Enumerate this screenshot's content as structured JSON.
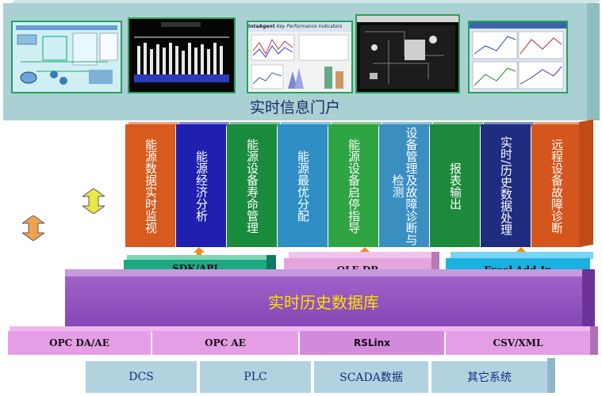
{
  "portal": {
    "title": "实时信息门户"
  },
  "screenshots": {
    "kpi_brand": "IntaAgent",
    "kpi_title": "Key Performance Indicators"
  },
  "modules": [
    {
      "label": "能源数据实时监视",
      "color": "#d75a1e"
    },
    {
      "label": "能源经济分析",
      "color": "#1f1fb0"
    },
    {
      "label": "能源设备寿命管理",
      "color": "#1a8a3c"
    },
    {
      "label": "能源最优分配",
      "color": "#2f8fc4"
    },
    {
      "label": "能源设备启停指导",
      "color": "#2ea542"
    },
    {
      "label": "设备管理及故障诊断与检测",
      "color": "#3a8ec0"
    },
    {
      "label": "报表输出",
      "color": "#1c8a3a"
    },
    {
      "label": "实时/历史数据处理",
      "color": "#1f2d80"
    },
    {
      "label": "远程设备故障诊断",
      "color": "#d4561c"
    }
  ],
  "api_layer": {
    "sdk": "SDK/API",
    "ole": "OLE DB",
    "excel": "Excel Add-In"
  },
  "database": {
    "title": "实时历史数据库"
  },
  "drivers": {
    "opc_da": "OPC DA/AE",
    "opc_ae": "OPC AE",
    "rslinx": "RSLinx",
    "csv": "CSV/XML"
  },
  "systems": {
    "dcs": "DCS",
    "plc": "PLC",
    "scada": "SCADA数据",
    "other": "其它系统"
  }
}
